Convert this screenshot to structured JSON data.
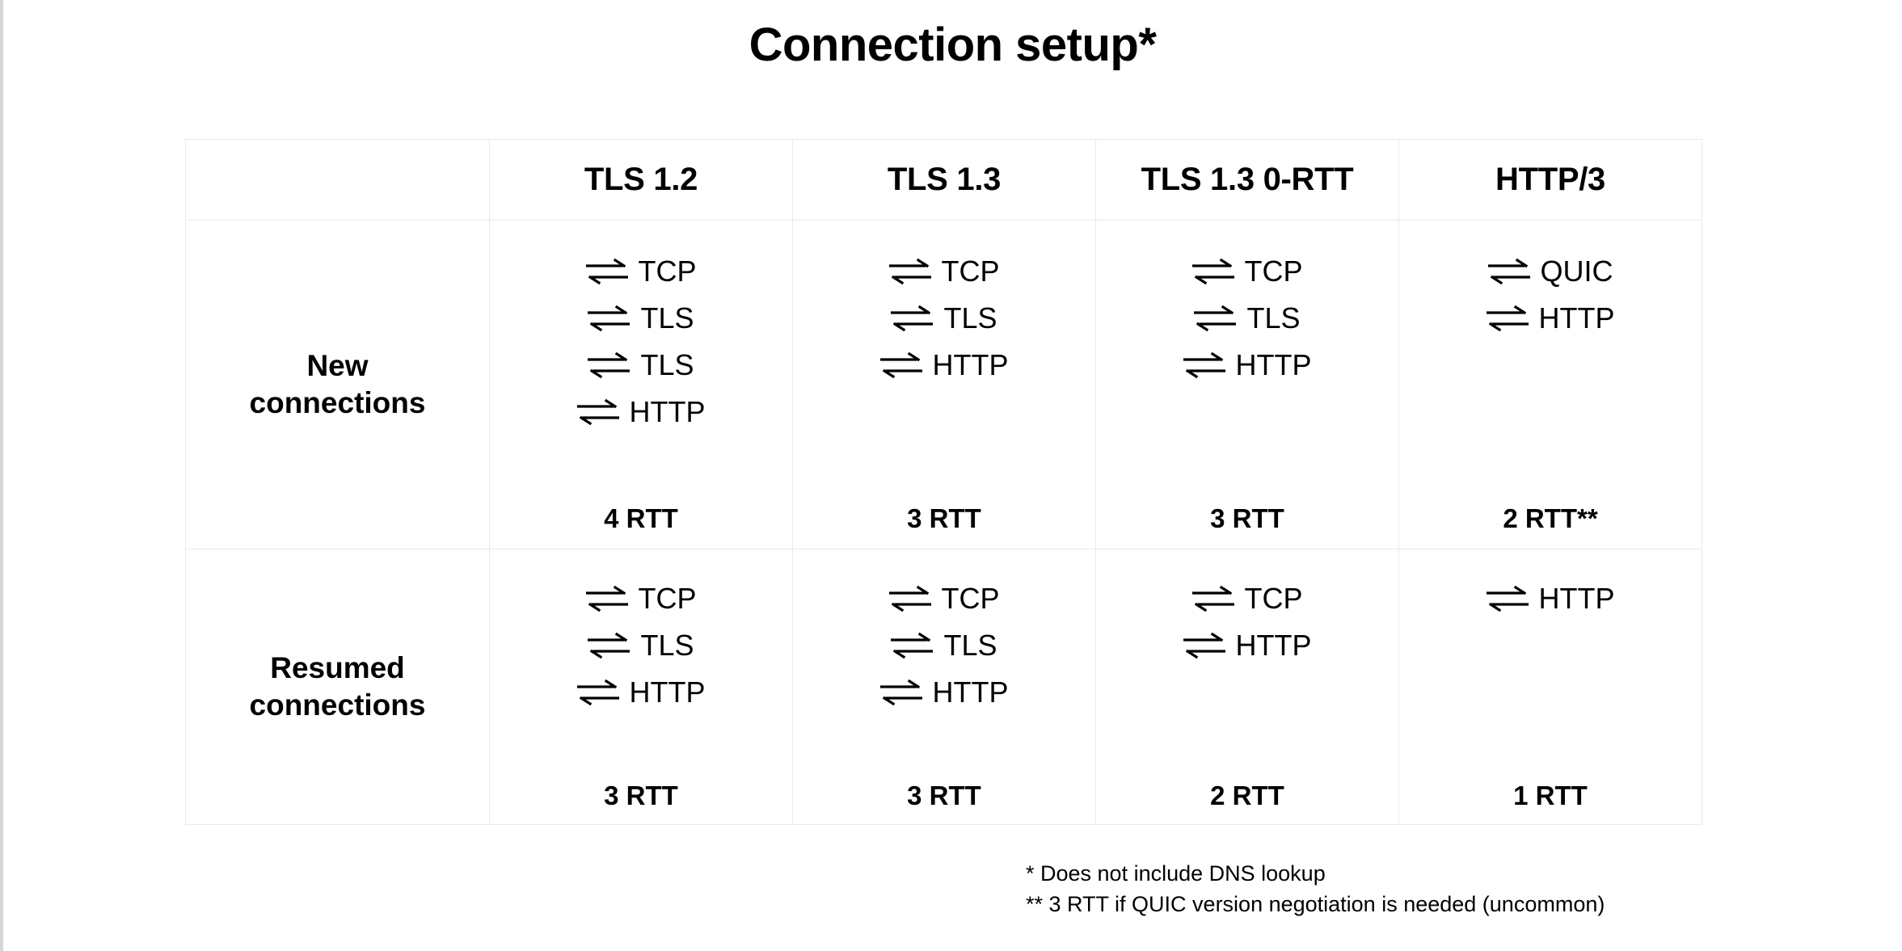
{
  "slide": {
    "title": "Connection setup*"
  },
  "table": {
    "corner_label": "",
    "columns": [
      "TLS 1.2",
      "TLS 1.3",
      "TLS 1.3 0-RTT",
      "HTTP/3"
    ],
    "arrow_icon": "exchange-arrows-icon",
    "rows": [
      {
        "label_line1": "New",
        "label_line2": "connections",
        "cells": [
          {
            "steps": [
              "TCP",
              "TLS",
              "TLS",
              "HTTP"
            ],
            "rtt": "4 RTT"
          },
          {
            "steps": [
              "TCP",
              "TLS",
              "HTTP"
            ],
            "rtt": "3 RTT"
          },
          {
            "steps": [
              "TCP",
              "TLS",
              "HTTP"
            ],
            "rtt": "3 RTT"
          },
          {
            "steps": [
              "QUIC",
              "HTTP"
            ],
            "rtt": "2 RTT**"
          }
        ]
      },
      {
        "label_line1": "Resumed",
        "label_line2": "connections",
        "cells": [
          {
            "steps": [
              "TCP",
              "TLS",
              "HTTP"
            ],
            "rtt": "3 RTT"
          },
          {
            "steps": [
              "TCP",
              "TLS",
              "HTTP"
            ],
            "rtt": "3 RTT"
          },
          {
            "steps": [
              "TCP",
              "HTTP"
            ],
            "rtt": "2 RTT"
          },
          {
            "steps": [
              "HTTP"
            ],
            "rtt": "1 RTT"
          }
        ]
      }
    ]
  },
  "footnotes": [
    "* Does not include DNS lookup",
    "** 3 RTT if QUIC version negotiation is needed (uncommon)"
  ],
  "colors": {
    "text": "#000000",
    "table_border": "#eaeaea",
    "slide_edge": "#d4d6d8",
    "background": "#ffffff"
  }
}
